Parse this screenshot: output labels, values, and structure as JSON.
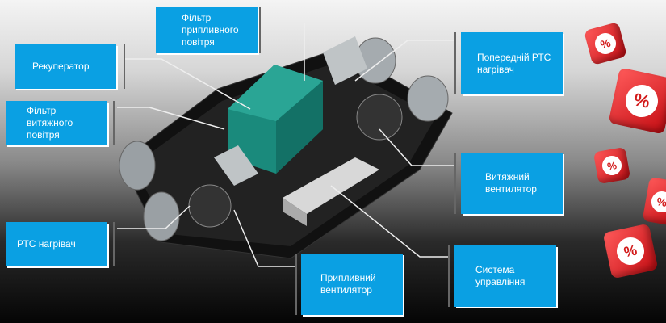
{
  "labels": {
    "recuperator": "Рекуператор",
    "supply_filter": "Фільтр припливного повітря",
    "exhaust_filter": "Фільтр витяжного повітря",
    "pre_ptc_heater": "Попередній РТС нагрівач",
    "exhaust_fan": "Витяжний вентилятор",
    "ptc_heater": "РТС нагрівач",
    "supply_fan": "Припливний вентилятор",
    "control_system": "Система управління"
  },
  "dice_symbol": "%",
  "colors": {
    "label_bg": "#0aa0e3",
    "housing": "#1e6f66",
    "dice": "#d21a1a"
  }
}
